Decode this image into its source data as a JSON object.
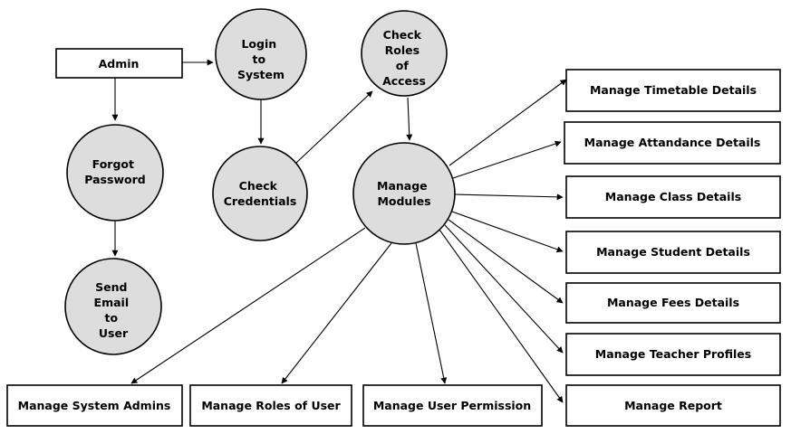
{
  "nodes": {
    "admin": "Admin",
    "login": [
      "Login",
      "to",
      "System"
    ],
    "check_roles": [
      "Check",
      "Roles",
      "of",
      "Access"
    ],
    "forgot_password": [
      "Forgot",
      "Password"
    ],
    "check_credentials": [
      "Check",
      "Credentials"
    ],
    "manage_modules": [
      "Manage",
      "Modules"
    ],
    "send_email": [
      "Send",
      "Email",
      "to",
      "User"
    ],
    "manage_timetable": "Manage Timetable Details",
    "manage_attendance": "Manage Attandance Details",
    "manage_class": "Manage Class Details",
    "manage_student": "Manage Student Details",
    "manage_fees": "Manage Fees Details",
    "manage_teacher": "Manage Teacher Profiles",
    "manage_report": "Manage Report",
    "manage_system_admins": "Manage System Admins",
    "manage_roles_user": "Manage Roles of User",
    "manage_user_permission": "Manage User Permission"
  },
  "colors": {
    "process_fill": "#dddddd",
    "box_fill": "#ffffff",
    "stroke": "#000000"
  },
  "edges": [
    [
      "admin",
      "login"
    ],
    [
      "admin",
      "forgot_password"
    ],
    [
      "forgot_password",
      "send_email"
    ],
    [
      "login",
      "check_credentials"
    ],
    [
      "check_credentials",
      "check_roles"
    ],
    [
      "check_roles",
      "manage_modules"
    ],
    [
      "manage_modules",
      "manage_timetable"
    ],
    [
      "manage_modules",
      "manage_attendance"
    ],
    [
      "manage_modules",
      "manage_class"
    ],
    [
      "manage_modules",
      "manage_student"
    ],
    [
      "manage_modules",
      "manage_fees"
    ],
    [
      "manage_modules",
      "manage_teacher"
    ],
    [
      "manage_modules",
      "manage_report"
    ],
    [
      "manage_modules",
      "manage_system_admins"
    ],
    [
      "manage_modules",
      "manage_roles_user"
    ],
    [
      "manage_modules",
      "manage_user_permission"
    ]
  ]
}
